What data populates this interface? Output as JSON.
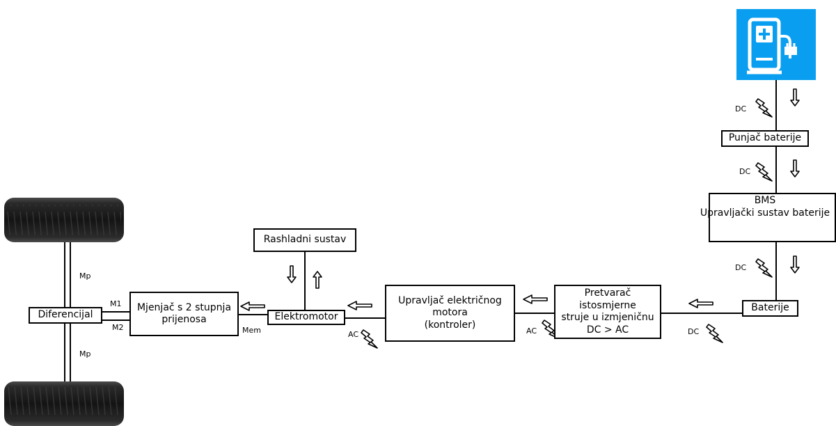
{
  "boxes": {
    "charger": "Punjač baterije",
    "bms": "BMS\nUpravljački sustav baterije",
    "battery": "Baterije",
    "inverter": "Pretvarač istosmjerne\nstruje u izmjeničnu\nDC > AC",
    "controller": "Upravljač električnog\nmotora\n(kontroler)",
    "motor": "Elektromotor",
    "gearbox": "Mjenjač s 2 stupnja\nprijenosa",
    "differential": "Diferencijal",
    "cooling": "Rashladni sustav"
  },
  "current_labels": {
    "dc": "DC",
    "ac": "AC"
  },
  "torque_labels": {
    "mp": "Mp",
    "m1": "M1",
    "m2": "M2",
    "mem": "Mem"
  },
  "colors": {
    "charging_station": "#0a9ef0",
    "tire": "#1c1c1c"
  },
  "icons": [
    "charging-station-icon",
    "lightning-bolt-icon",
    "flow-arrow-icon",
    "tire-icon"
  ]
}
